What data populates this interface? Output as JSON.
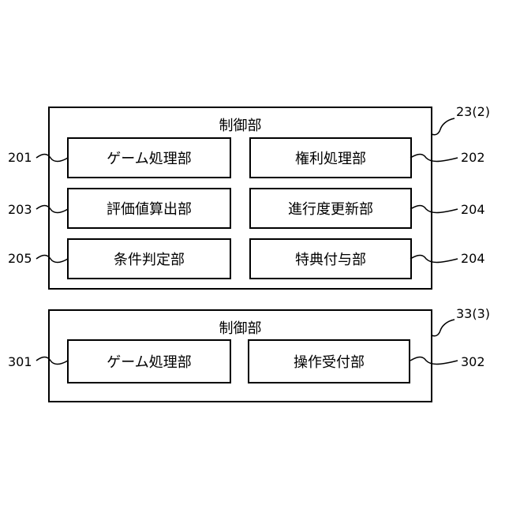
{
  "unit_top": {
    "ref": "23(2)",
    "title": "制御部",
    "blocks": [
      {
        "label": "ゲーム処理部",
        "ref": "201"
      },
      {
        "label": "権利処理部",
        "ref": "202"
      },
      {
        "label": "評価値算出部",
        "ref": "203"
      },
      {
        "label": "進行度更新部",
        "ref": "204"
      },
      {
        "label": "条件判定部",
        "ref": "205"
      },
      {
        "label": "特典付与部",
        "ref": "204"
      }
    ]
  },
  "unit_bottom": {
    "ref": "33(3)",
    "title": "制御部",
    "blocks": [
      {
        "label": "ゲーム処理部",
        "ref": "301"
      },
      {
        "label": "操作受付部",
        "ref": "302"
      }
    ]
  }
}
